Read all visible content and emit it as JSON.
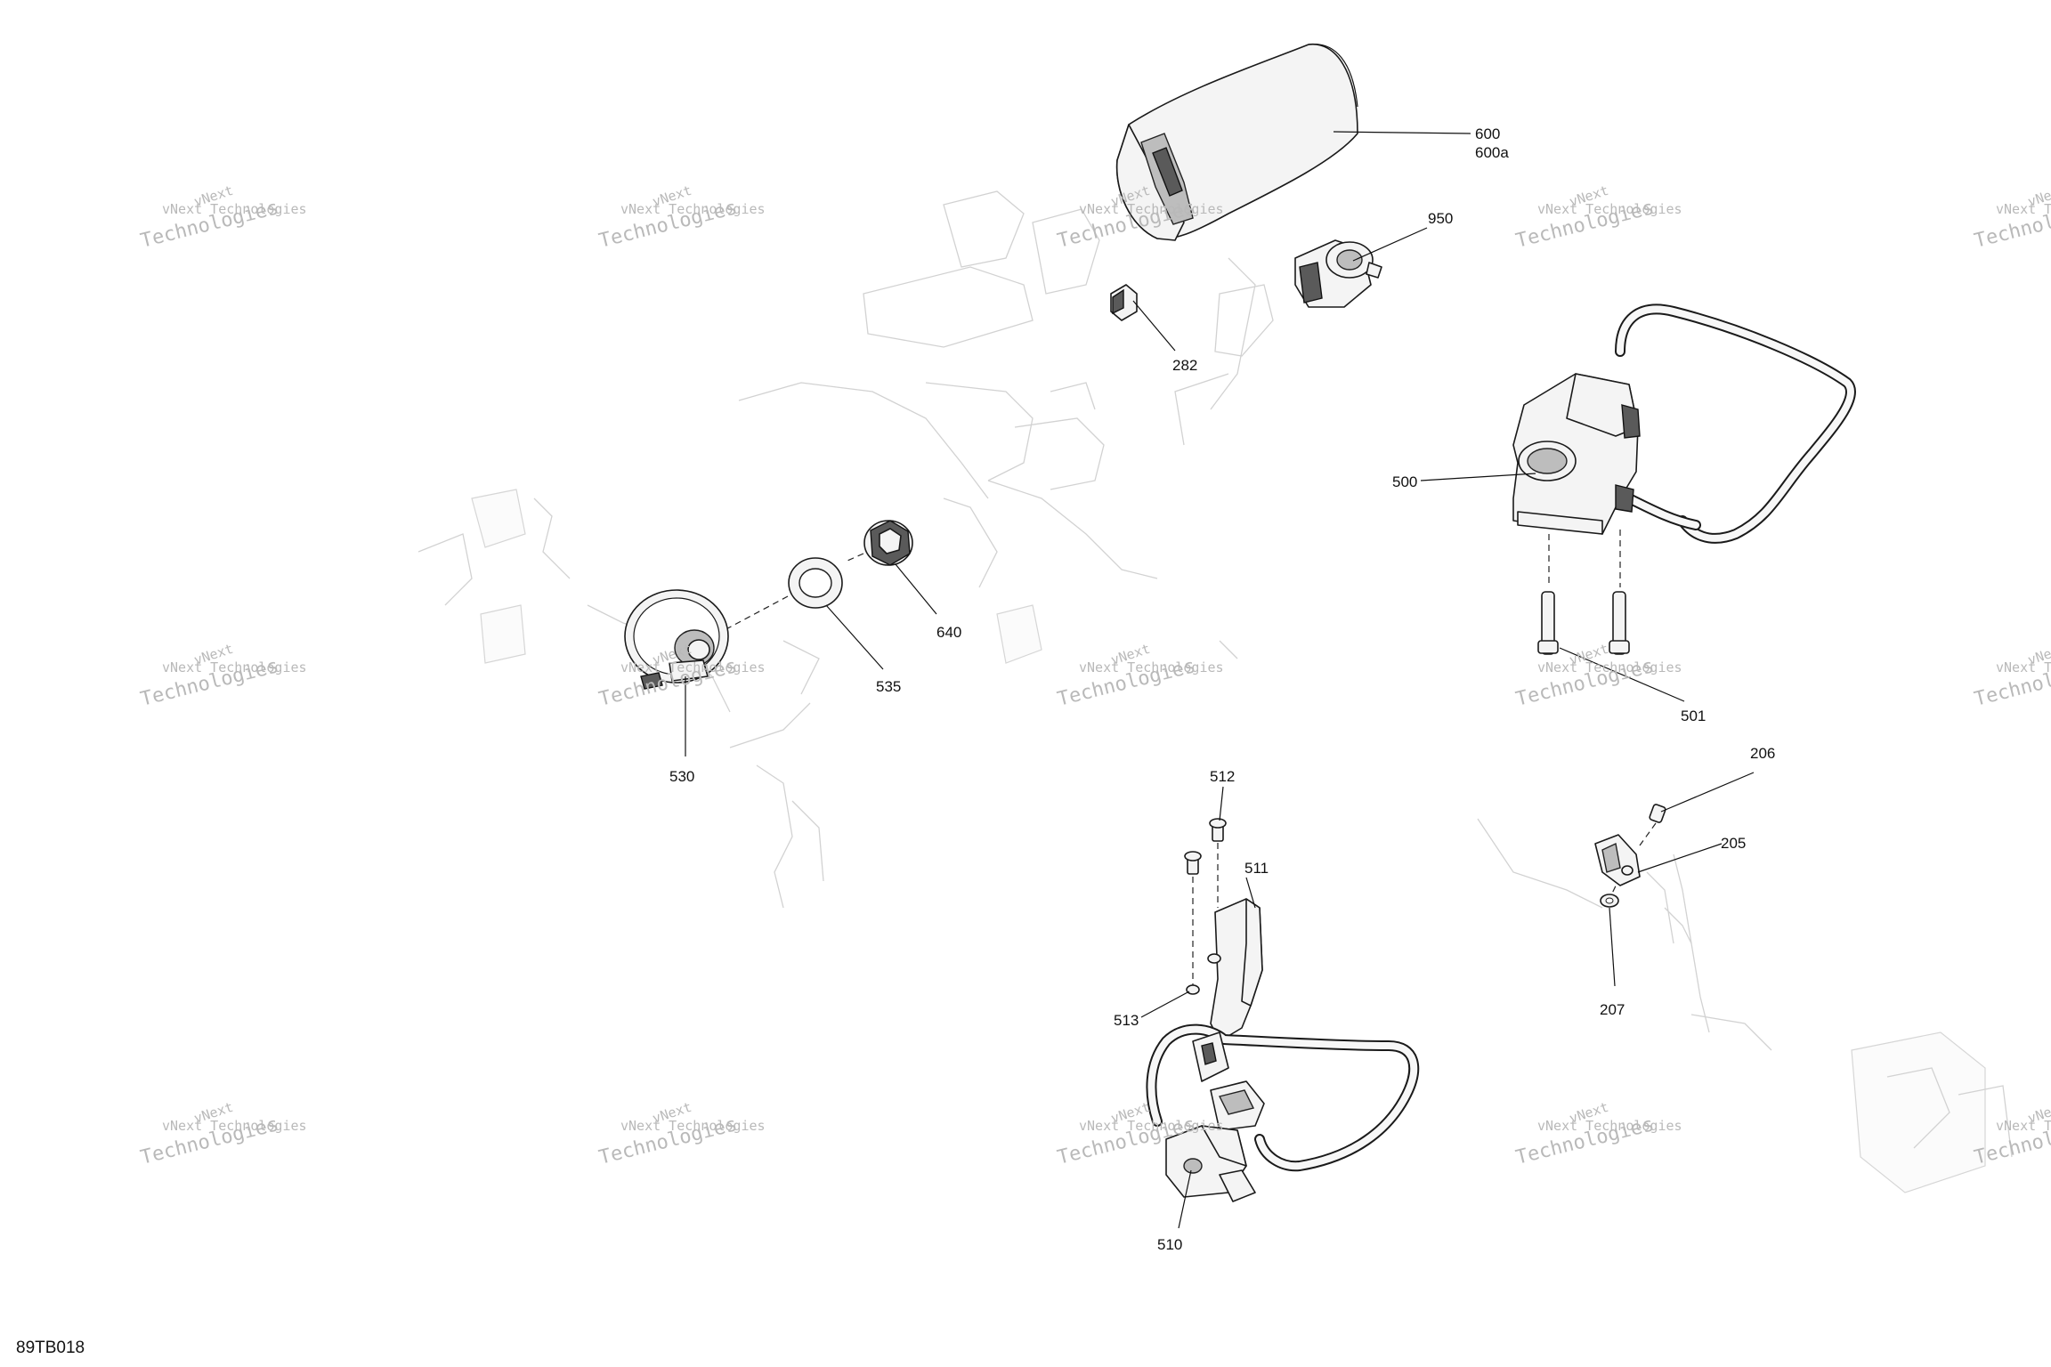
{
  "diagram_code": "89TB018",
  "watermark": {
    "line1": "vNext Technologies",
    "line2": "vNext",
    "line3": "Technologies"
  },
  "callouts": {
    "p600": "600",
    "p600a": "600a",
    "p950": "950",
    "p282": "282",
    "p500": "500",
    "p501": "501",
    "p640": "640",
    "p535": "535",
    "p530": "530",
    "p512": "512",
    "p511": "511",
    "p513": "513",
    "p510": "510",
    "p206": "206",
    "p205": "205",
    "p207": "207"
  }
}
